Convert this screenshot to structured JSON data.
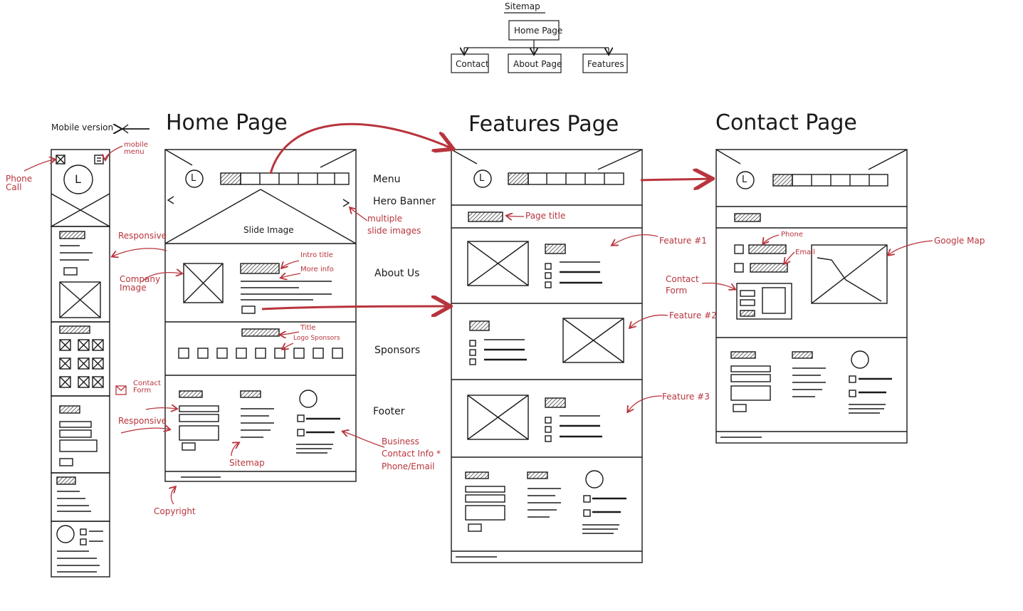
{
  "colors": {
    "ink": "#1a1a1a",
    "accent": "#b8343c",
    "hatch": "#555555"
  },
  "sitemap": {
    "title": "Sitemap",
    "root": "Home Page",
    "children": [
      "Contact",
      "About Page",
      "Features"
    ]
  },
  "pages": {
    "mobile": "Mobile version",
    "home": "Home Page",
    "features": "Features Page",
    "contact": "Contact Page"
  },
  "home_sections": {
    "menu": "Menu",
    "hero": "Hero Banner",
    "about": "About Us",
    "sponsors": "Sponsors",
    "footer": "Footer",
    "slide_image": "Slide Image"
  },
  "annotations": {
    "mobile_menu": "mobile menu",
    "phone_call": "Phone Call",
    "responsive_1": "Responsive",
    "company_image": "Company Image",
    "contact_form_mobile": "Contact Form",
    "responsive_2": "Responsive",
    "intro_title": "Intro title",
    "more_info": "More info",
    "title": "Title",
    "logo_sponsors": "Logo Sponsors",
    "multiple_slide": "multiple slide images",
    "sitemap": "Sitemap",
    "business_info": "Business Contact Info * Phone/Email",
    "copyright": "Copyright",
    "page_title": "Page title",
    "feature_1": "Feature #1",
    "feature_2": "Feature #2",
    "feature_3": "Feature #3",
    "phone": "Phone",
    "email": "Email",
    "contact_form": "Contact Form",
    "google_map": "Google Map"
  },
  "icons": {
    "logo": "circle-L-logo-icon",
    "image_placeholder": "crossed-box-image-icon",
    "checkbox": "crossed-checkbox-icon",
    "button": "button-B-icon"
  }
}
